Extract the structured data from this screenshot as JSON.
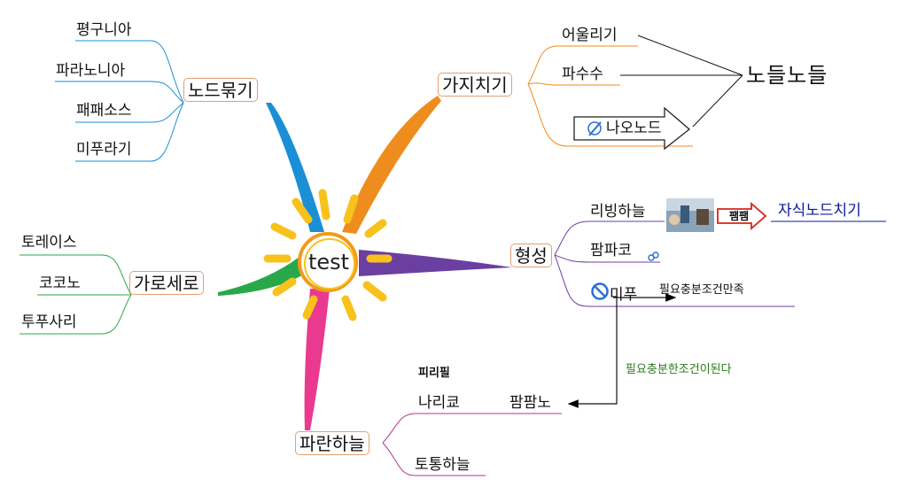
{
  "center": {
    "label": "test"
  },
  "branches": {
    "node_bundle": {
      "label": "노드묶기",
      "children": [
        "평구니아",
        "파라노니아",
        "패패소스",
        "미푸라기"
      ]
    },
    "pruning": {
      "label": "가지치기",
      "children": [
        "어울리기",
        "파수수",
        "나오노드"
      ],
      "target": "노들노들"
    },
    "horizontal": {
      "label": "가로세로",
      "children": [
        "토레이스",
        "코코노",
        "투푸사리"
      ]
    },
    "formation": {
      "label": "형성",
      "living": "리빙하늘",
      "arrow_label": "팸팸",
      "child_node": "자식노드치기",
      "pampako": "팜파코",
      "mipu": "미푸",
      "necessary": "필요충분조건만족",
      "relation_label": "필요충분한조건이된다"
    },
    "blue_sky": {
      "label": "파란하늘",
      "callout": "피리필",
      "narikyo": "나리쿄",
      "pampamno": "팜팜노",
      "totong": "토통하늘"
    }
  },
  "colors": {
    "branch_blue": "#1a8fd6",
    "branch_orange": "#ee8c1e",
    "branch_purple": "#6b3fa0",
    "branch_green": "#29a84a",
    "branch_pink": "#e93a8f",
    "sun": "#f7c21b",
    "sun_ring": "#f39a1a",
    "node_border": "#e59f73",
    "child_text": "#0a1a99",
    "relation_text": "#2a7a1a",
    "arrow_red": "#d9231b"
  }
}
